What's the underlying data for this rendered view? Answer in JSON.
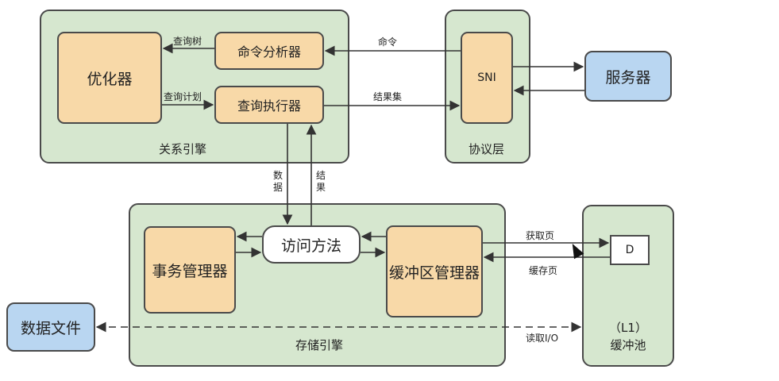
{
  "groups": {
    "relational_engine": "关系引擎",
    "protocol_layer": "协议层",
    "storage_engine": "存储引擎",
    "buffer_pool": "（L1）\n缓冲池"
  },
  "components": {
    "optimizer": "优化器",
    "command_parser": "命令分析器",
    "query_executor": "查询执行器",
    "sni": "SNI",
    "server": "服务器",
    "transaction_manager": "事务管理器",
    "access_methods": "访问方法",
    "buffer_manager": "缓冲区管理器",
    "data_file": "数据文件",
    "page_d": "D"
  },
  "edges": {
    "query_tree": "查询树",
    "query_plan": "查询计划",
    "command": "命令",
    "result_set": "结果集",
    "data": "数据",
    "result": "结果",
    "get_page": "获取页",
    "cache_page": "缓存页",
    "read_io": "读取I/O"
  },
  "colors": {
    "group_fill": "#d6e7cf",
    "component_fill": "#f8d9a8",
    "endpoint_fill": "#b9d6f1",
    "stroke": "#4a4a4a"
  }
}
